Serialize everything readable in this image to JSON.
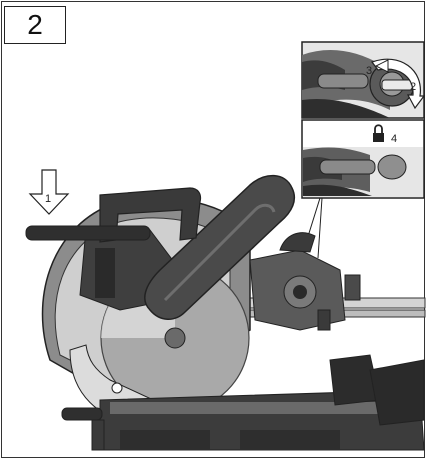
{
  "step_number": "2",
  "callouts": {
    "press_handle": "1",
    "rotate": "2",
    "pin": "3",
    "locked": "4"
  },
  "icons": [
    "down-arrow-icon",
    "rotate-arrow-icon",
    "lock-icon"
  ],
  "colors": {
    "ink": "#222222",
    "body_gray": "#4a4a4a",
    "light_gray": "#b8b8b8",
    "blade_gray": "#a9a9a9",
    "highlight": "#d9d9d9"
  }
}
